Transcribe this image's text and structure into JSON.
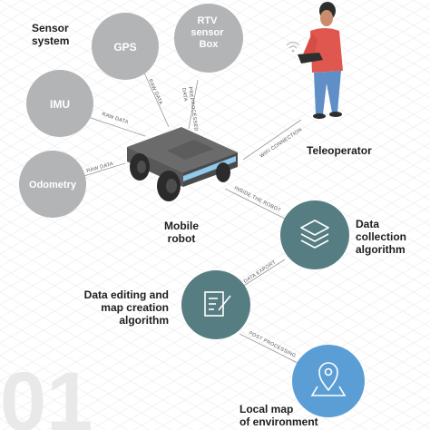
{
  "sensor_system": {
    "line1": "Sensor",
    "line2": "system"
  },
  "sensors": {
    "gps": "GPS",
    "rtv": {
      "line1": "RTV",
      "line2": "sensor",
      "line3": "Box"
    },
    "imu": "IMU",
    "odometry": "Odometry"
  },
  "links": {
    "raw_data_gps": "RAW DATA",
    "preprocessed": {
      "line1": "PREPROCESSED",
      "line2": "DATA"
    },
    "raw_data_imu": "RAW DATA",
    "raw_data_odometry": "RAW DATA",
    "wifi": "WIFI CONNECTION",
    "inside": "INSIDE THE ROBOT",
    "export": "DATA EXPORT",
    "post": "POST PROCESSING"
  },
  "teleoperator": "Teleoperator",
  "robot": {
    "line1": "Mobile",
    "line2": "robot"
  },
  "data_collection": {
    "line1": "Data",
    "line2": "collection",
    "line3": "algorithm"
  },
  "data_editing": {
    "line1": "Data editing and",
    "line2": "map creation",
    "line3": "algorithm"
  },
  "local_map": {
    "line1": "Local map",
    "line2": "of environment"
  },
  "step_number": "01",
  "icons": [
    "layers-icon",
    "document-edit-icon",
    "map-pin-icon"
  ],
  "colors": {
    "sensor_circle": "#b3b4b6",
    "process_circle": "#567d82",
    "map_circle": "#5b9ed6",
    "shirt": "#e0574f",
    "pants": "#5f8fc6"
  }
}
